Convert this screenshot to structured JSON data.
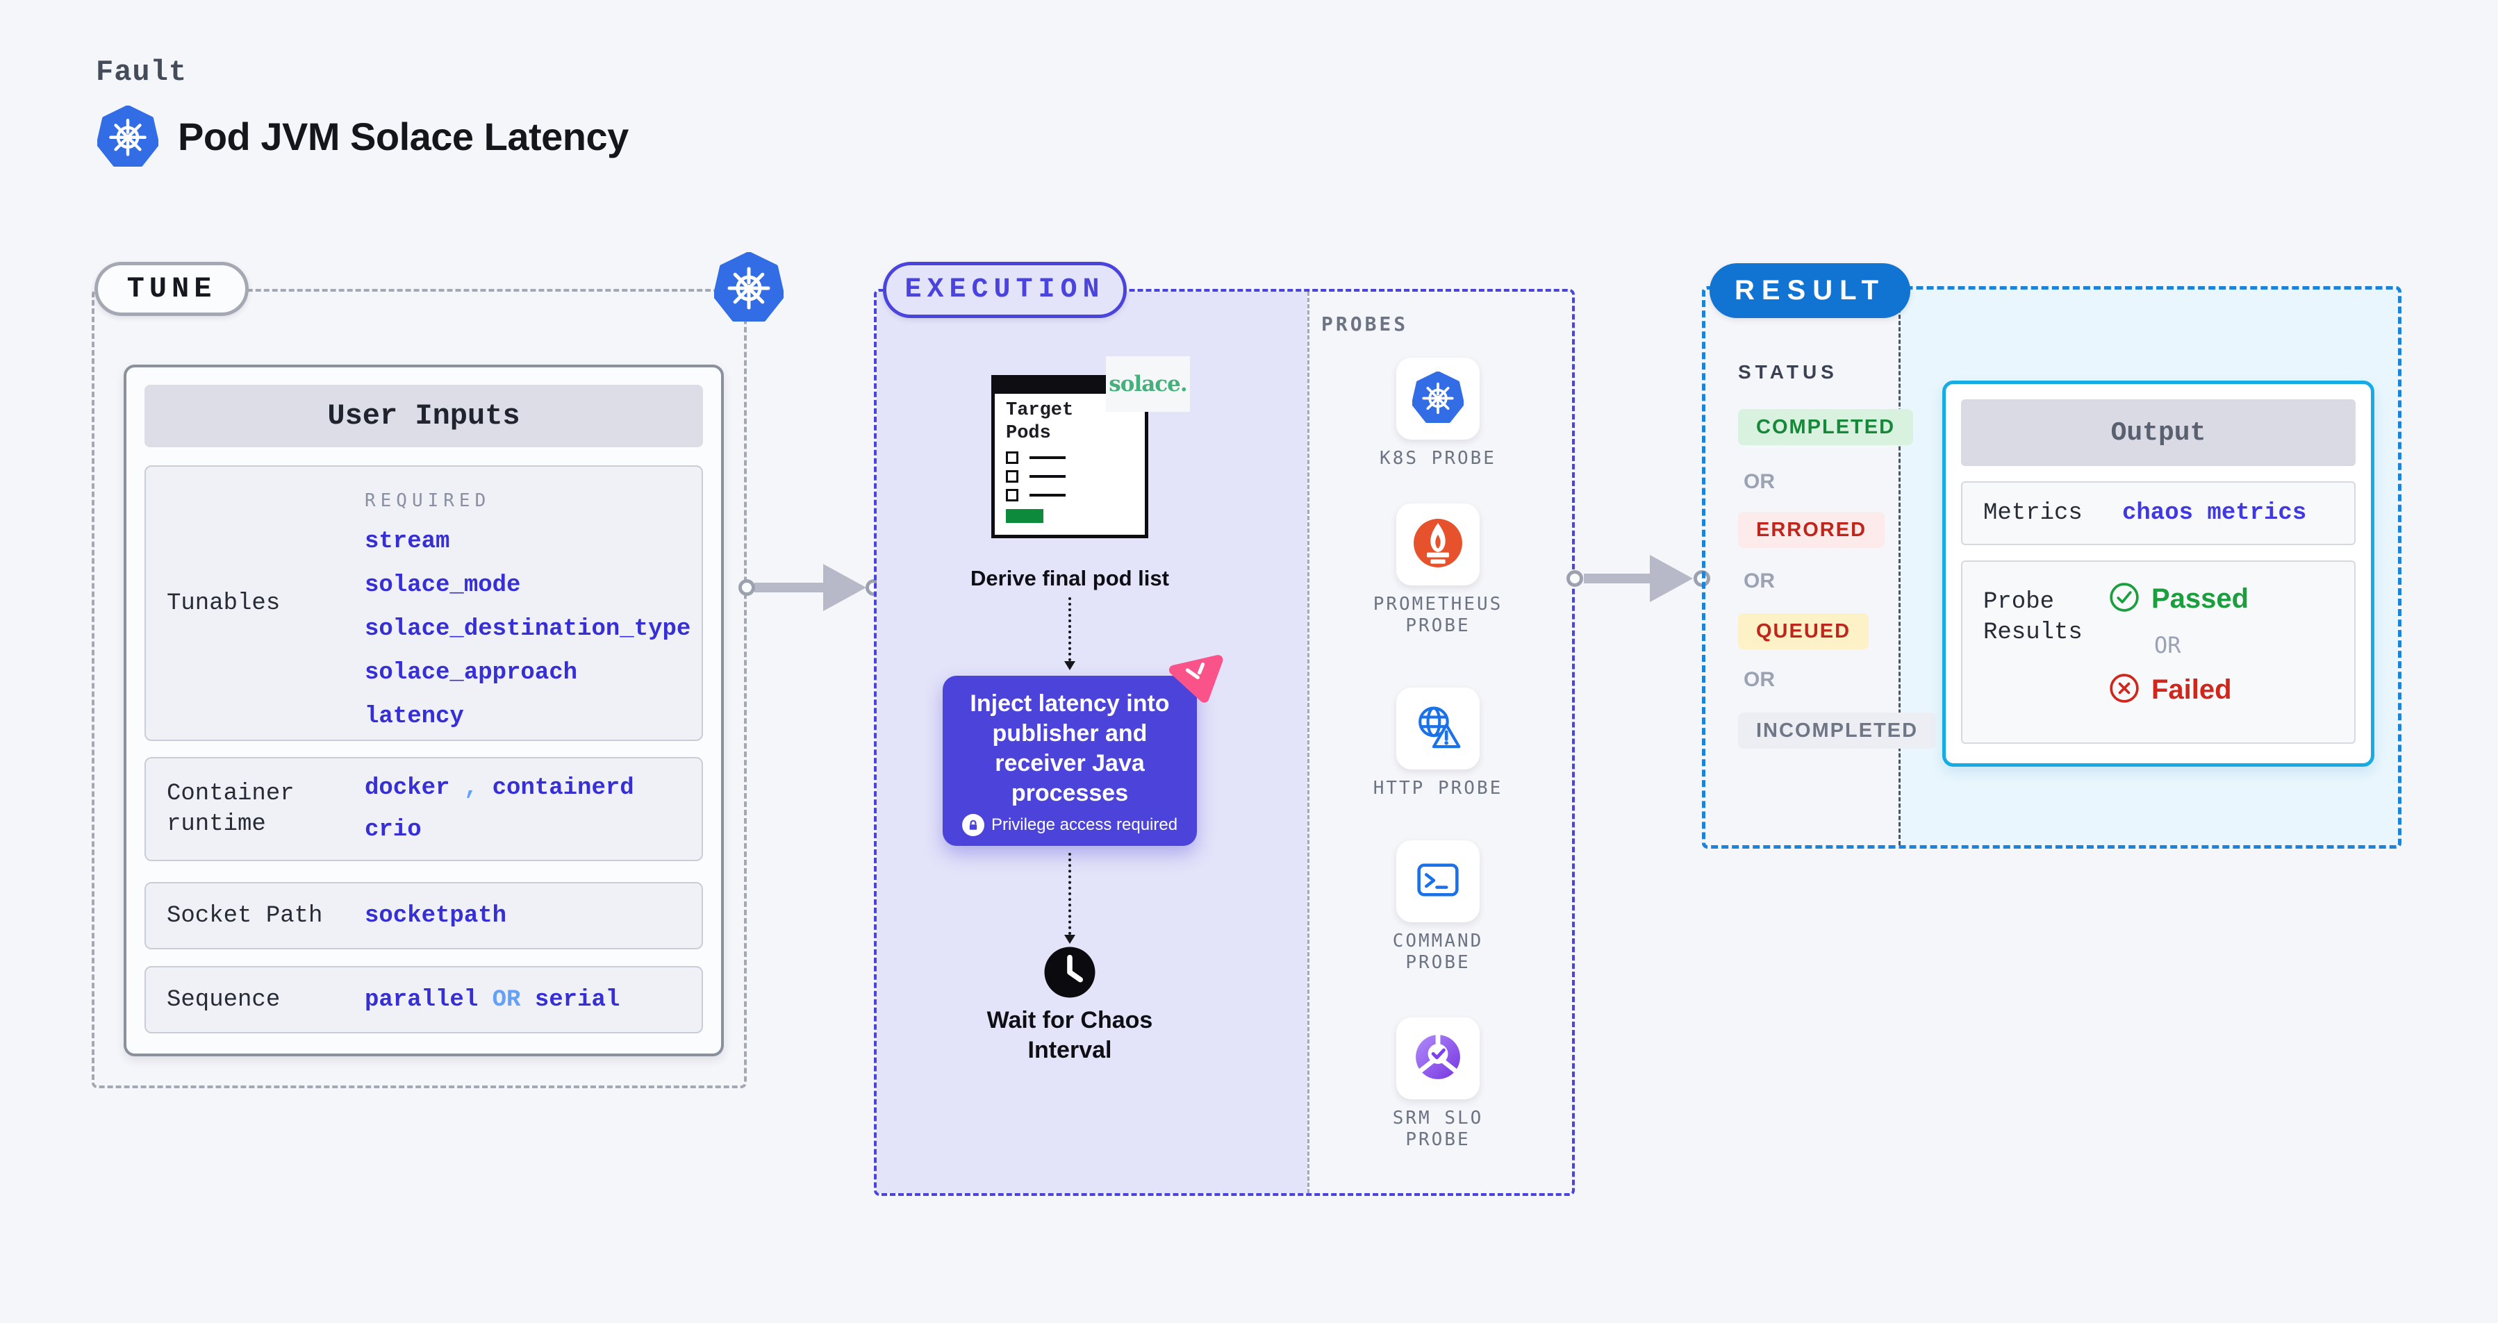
{
  "header": {
    "fault_label": "Fault",
    "title": "Pod JVM Solace Latency"
  },
  "tune": {
    "badge": "TUNE",
    "card_title": "User Inputs",
    "required_label": "REQUIRED",
    "tunables": {
      "label": "Tunables",
      "values": [
        "stream",
        "solace_mode",
        "solace_destination_type",
        "solace_approach",
        "latency"
      ]
    },
    "container_runtime": {
      "label": "Container runtime",
      "v1": "docker",
      "comma": ",",
      "v2": "containerd",
      "v3": "crio"
    },
    "socket_path": {
      "label": "Socket Path",
      "value": "socketpath"
    },
    "sequence": {
      "label": "Sequence",
      "v1": "parallel",
      "or": "OR",
      "v2": "serial"
    }
  },
  "execution": {
    "badge": "EXECUTION",
    "window_title": "Target Pods",
    "solace_logo": "solace.",
    "derive_label": "Derive final pod list",
    "inject_text": "Inject latency into publisher and receiver Java processes",
    "privilege_label": "Privilege access required",
    "wait_label": "Wait for Chaos Interval",
    "probes_heading": "PROBES",
    "probes": [
      {
        "icon": "kubernetes-icon",
        "label": "K8S PROBE"
      },
      {
        "icon": "prometheus-icon",
        "label": "PROMETHEUS PROBE"
      },
      {
        "icon": "http-globe-warning-icon",
        "label": "HTTP PROBE"
      },
      {
        "icon": "terminal-icon",
        "label": "COMMAND PROBE"
      },
      {
        "icon": "slo-donut-check-icon",
        "label": "SRM SLO PROBE"
      }
    ]
  },
  "result": {
    "badge": "RESULT",
    "status_heading": "STATUS",
    "or_label": "OR",
    "statuses": [
      {
        "label": "COMPLETED",
        "fg": "#178739",
        "bg": "#d9f2df"
      },
      {
        "label": "ERRORED",
        "fg": "#bf261b",
        "bg": "#fcebea"
      },
      {
        "label": "QUEUED",
        "fg": "#bf261b",
        "bg": "#fdf1c8"
      },
      {
        "label": "INCOMPLETED",
        "fg": "#6f7787",
        "bg": "#eceef4"
      }
    ],
    "output": {
      "title": "Output",
      "metrics_label": "Metrics",
      "metrics_value": "chaos metrics",
      "probe_results_label": "Probe Results",
      "passed_label": "Passed",
      "or_label": "OR",
      "failed_label": "Failed"
    }
  },
  "colors": {
    "page_bg": "#f5f6fa",
    "kubernetes_blue": "#326de6",
    "execution_indigo": "#4a43de",
    "execution_lavender": "#e3e3f9",
    "inject_indigo": "#4c44da",
    "value_indigo": "#372fd6",
    "separator_blue": "#64a0f6",
    "result_blue": "#1173d2",
    "result_dash_blue": "#1d83d8",
    "output_cyan_border": "#16abe2",
    "output_cyan_bg": "#e9f6fd",
    "passed_green": "#1b9e3e",
    "failed_red": "#d0271d",
    "solace_green": "#45b07c",
    "prometheus_orange": "#e6522c",
    "litmus_pink": "#f9538a",
    "window_button_green": "#0e8a3c"
  }
}
